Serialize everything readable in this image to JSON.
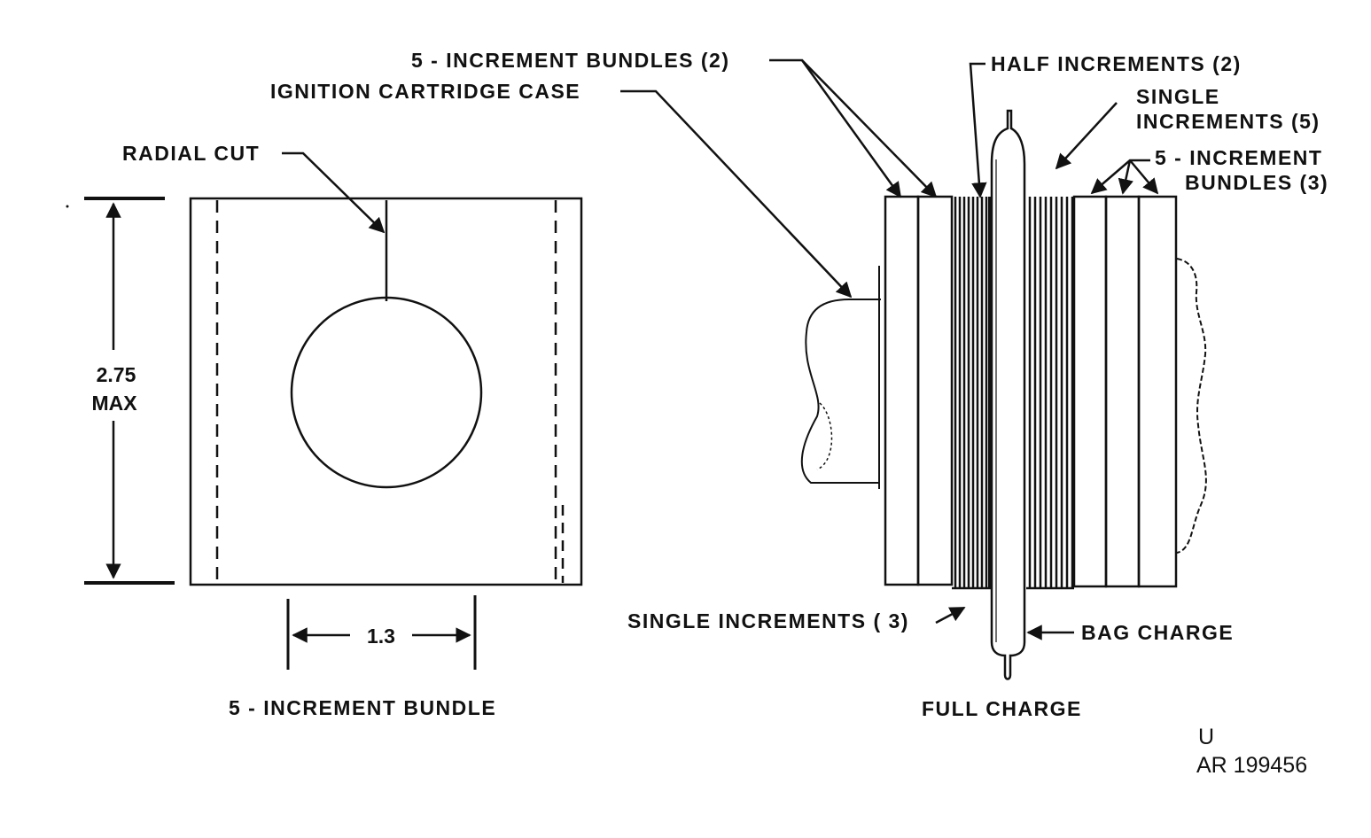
{
  "colors": {
    "ink": "#111111",
    "paper": "#ffffff"
  },
  "left_view": {
    "radial_cut": "RADIAL CUT",
    "height_value": "2.75",
    "height_unit": "MAX",
    "width_value": "1.3",
    "caption": "5 - INCREMENT BUNDLE"
  },
  "right_view": {
    "bundles_2": "5 - INCREMENT BUNDLES (2)",
    "ignition_case": "IGNITION CARTRIDGE CASE",
    "half_increments": "HALF INCREMENTS (2)",
    "single_line1": "SINGLE",
    "single_line2": "INCREMENTS (5)",
    "bundles_3_line1": "5 - INCREMENT",
    "bundles_3_line2": "BUNDLES (3)",
    "single_3": "SINGLE INCREMENTS ( 3)",
    "bag_charge": "BAG CHARGE",
    "caption": "FULL CHARGE"
  },
  "reference": {
    "line1": "U",
    "line2": "AR 199456"
  }
}
